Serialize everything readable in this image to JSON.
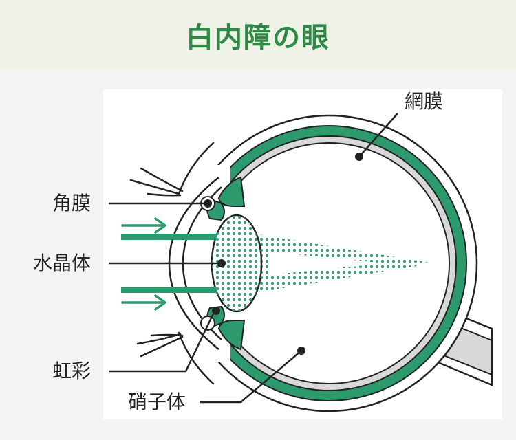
{
  "title": "白内障の眼",
  "labels": {
    "retina": "網膜",
    "cornea": "角膜",
    "lens": "水晶体",
    "iris": "虹彩",
    "vitreous": "硝子体"
  },
  "colors": {
    "accent": "#2d9a6e",
    "title": "#2d8a45",
    "header_bg": "#eef2e7",
    "background": "#f3f3f3",
    "line": "#222222",
    "gray": "#d8d8d8"
  }
}
